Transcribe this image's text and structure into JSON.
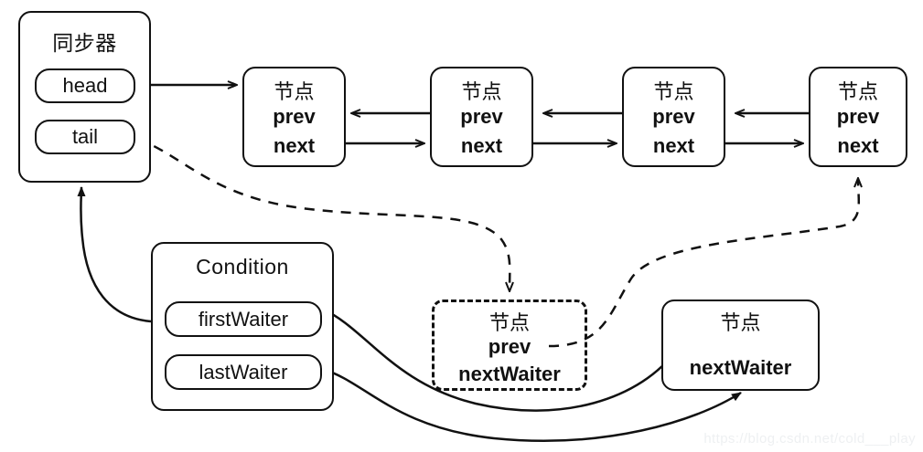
{
  "diagram": {
    "title": "AQS synchronizer and Condition queue diagram",
    "watermark": "https://blog.csdn.net/cold___play",
    "colors": {
      "stroke": "#111111",
      "background": "#ffffff",
      "watermark": "#eef0f2"
    }
  },
  "synchronizer": {
    "title": "同步器",
    "fields": [
      {
        "label": "head"
      },
      {
        "label": "tail"
      }
    ]
  },
  "condition": {
    "title": "Condition",
    "fields": [
      {
        "label": "firstWaiter"
      },
      {
        "label": "lastWaiter"
      }
    ]
  },
  "sync_queue": {
    "nodes": [
      {
        "title": "节点",
        "fields": [
          "prev",
          "next"
        ]
      },
      {
        "title": "节点",
        "fields": [
          "prev",
          "next"
        ]
      },
      {
        "title": "节点",
        "fields": [
          "prev",
          "next"
        ]
      },
      {
        "title": "节点",
        "fields": [
          "prev",
          "next"
        ]
      }
    ]
  },
  "condition_queue": {
    "nodes": [
      {
        "title": "节点",
        "fields": [
          "prev",
          "nextWaiter"
        ],
        "style": "dashed"
      },
      {
        "title": "节点",
        "fields": [
          "nextWaiter"
        ],
        "style": "solid"
      }
    ]
  }
}
